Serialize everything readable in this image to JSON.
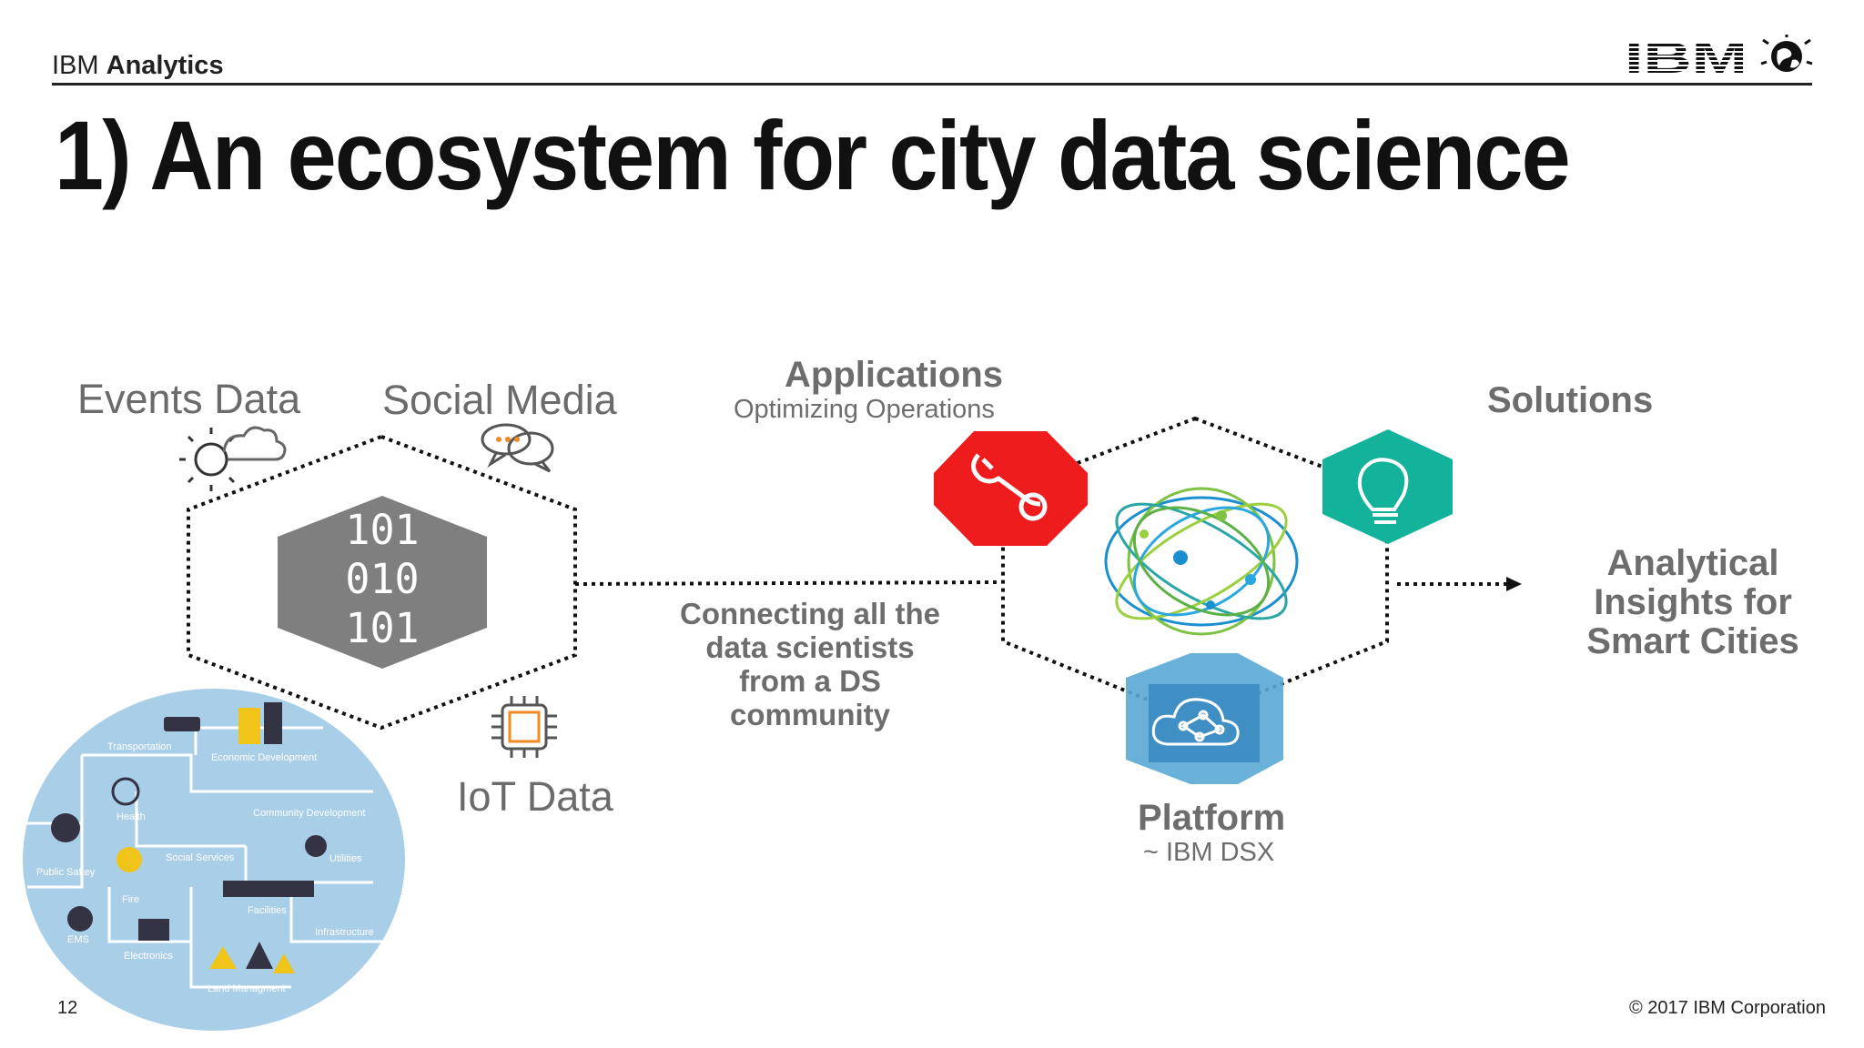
{
  "header": {
    "brand_regular": "IBM ",
    "brand_bold": "Analytics",
    "logo_text": "IBM"
  },
  "title": "1) An ecosystem for city data science",
  "sources": {
    "events": "Events Data",
    "social": "Social Media",
    "iot": "IoT Data",
    "binary": [
      "101",
      "010",
      "101"
    ]
  },
  "city_domains": [
    "Transportation",
    "Economic Development",
    "Health",
    "Community Development",
    "Public Saftey",
    "Social Services",
    "Utilities",
    "Fire",
    "Facilities",
    "EMS",
    "Electronics",
    "Infrastructure",
    "Land Managment"
  ],
  "connector_text": "Connecting all the data scientists from a DS community",
  "applications": {
    "title": "Applications",
    "subtitle": "Optimizing Operations"
  },
  "solutions": "Solutions",
  "platform": {
    "title": "Platform",
    "subtitle": "~ IBM DSX"
  },
  "insights": "Analytical Insights for Smart Cities",
  "footer": {
    "slide_number": "12",
    "copyright": "© 2017 IBM Corporation"
  },
  "colors": {
    "red_hex": "#ee1c1c",
    "teal_hex": "#12b39a",
    "blue_hex": "#5aa8d6",
    "gray_hex": "#7f7f7f",
    "city_circle": "#a9cfe8"
  },
  "icons": [
    "weather-icon",
    "chat-bubbles-icon",
    "chip-icon",
    "wrench-icon",
    "lightbulb-icon",
    "globe-network-icon",
    "cloud-network-icon",
    "ibm-globe-icon"
  ]
}
